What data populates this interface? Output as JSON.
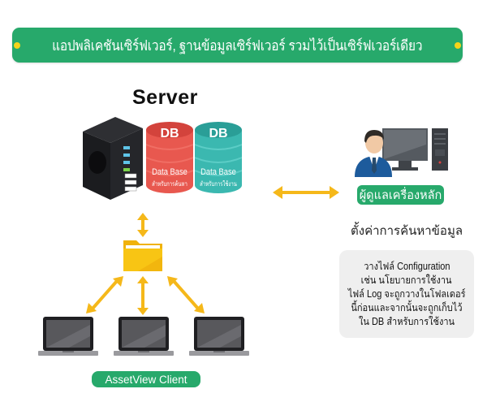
{
  "banner": {
    "title": "แอปพลิเคชันเซิร์ฟเวอร์, ฐานข้อมูลเซิร์ฟเวอร์ รวมไว้เป็นเซิร์ฟเวอร์เดียว",
    "bullet_color": "#f5d31a",
    "background_color": "#27a96b"
  },
  "server": {
    "label": "Server",
    "icon": "server-tower-icon",
    "databases": [
      {
        "head": "DB",
        "name": "Data Base",
        "purpose": "สำหรับการค้นหา",
        "color": "#e8584f",
        "icon": "database-icon"
      },
      {
        "head": "DB",
        "name": "Data Base",
        "purpose": "สำหรับการใช้งาน",
        "color": "#3bb8b0",
        "icon": "database-icon"
      }
    ]
  },
  "admin": {
    "icon": "admin-computer-icon",
    "badge": "ผู้ดูแลเครื่องหลัก",
    "task": "ตั้งค่าการค้นหาข้อมูล"
  },
  "note": {
    "lines": [
      "วางไฟล์ Configuration",
      "เช่น นโยบายการใช้งาน",
      "ไฟล์ Log จะถูกวางในโฟลเดอร์",
      "นี้ก่อนและจากนั้นจะถูกเก็บไว้",
      "ใน DB สำหรับการใช้งาน"
    ]
  },
  "shared_folder": {
    "icon": "folder-icon",
    "color": "#f8c514"
  },
  "clients": {
    "badge": "AssetView Client",
    "count": 3,
    "icon": "laptop-icon"
  },
  "connector_color": "#f5b81a"
}
